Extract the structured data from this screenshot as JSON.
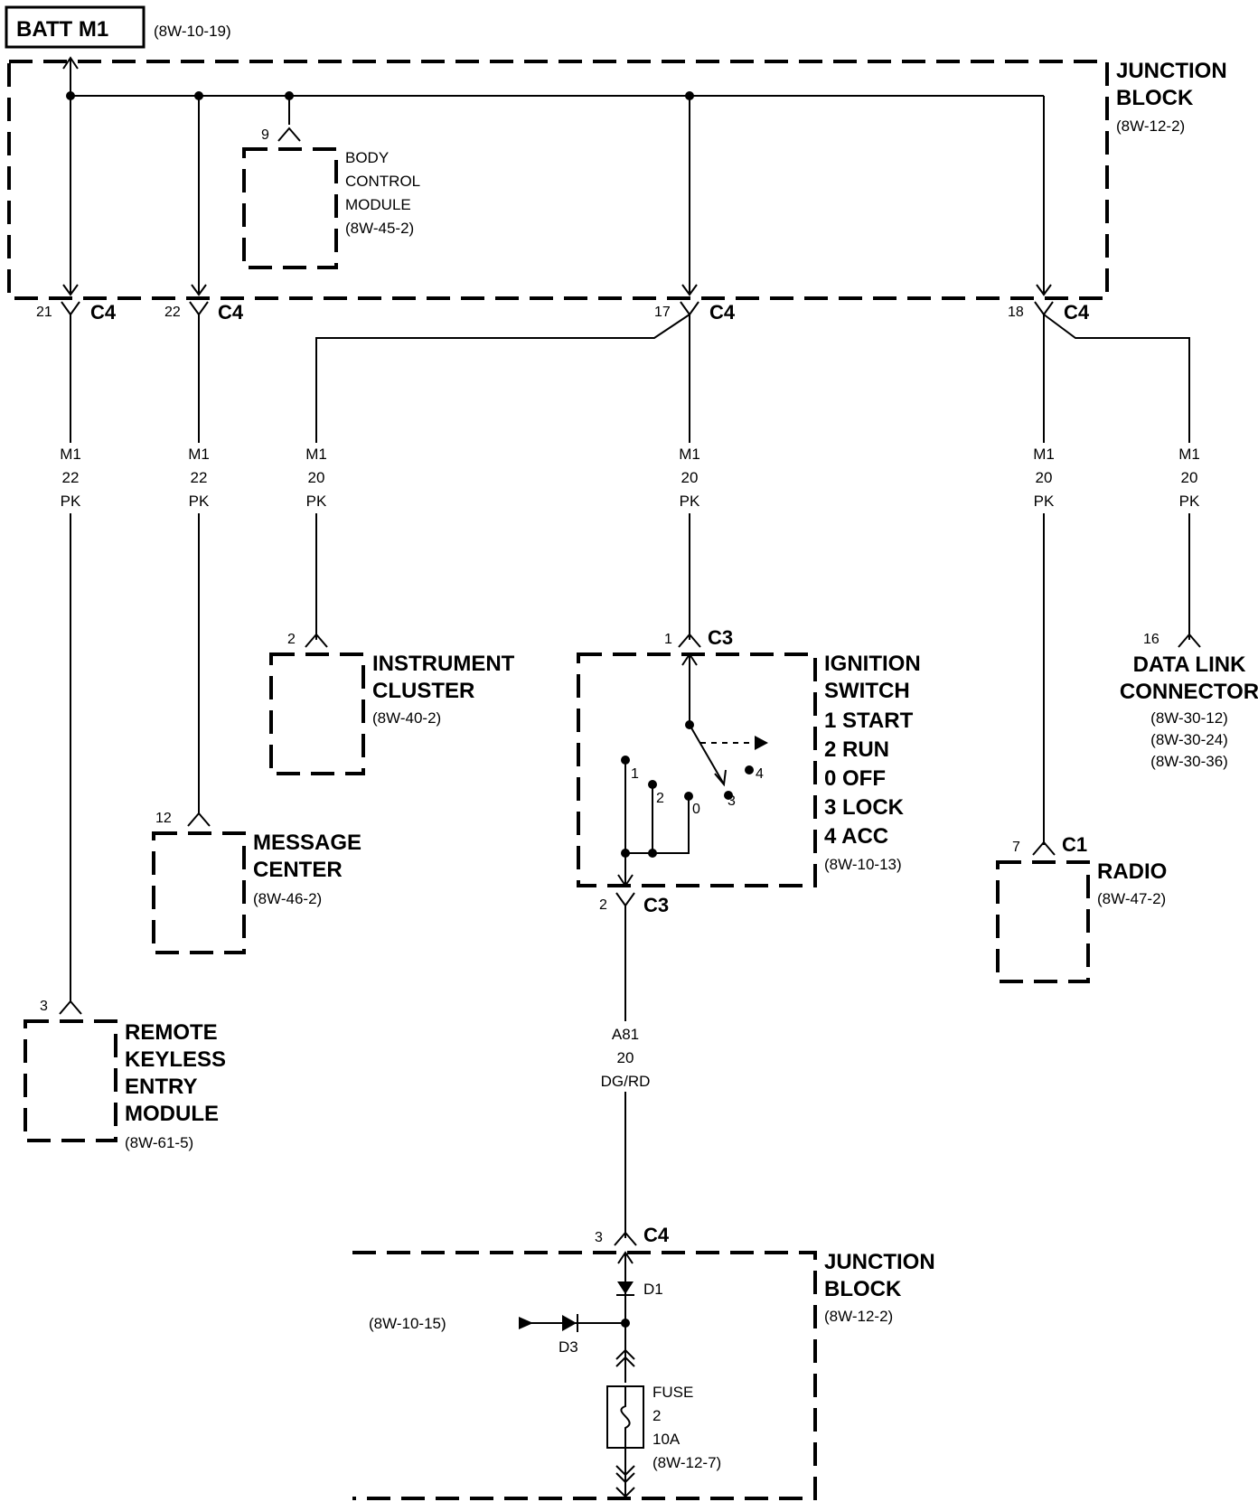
{
  "header": {
    "batt_label": "BATT M1",
    "batt_ref": "(8W-10-19)"
  },
  "junction_block_top": {
    "title_line1": "JUNCTION",
    "title_line2": "BLOCK",
    "ref": "(8W-12-2)"
  },
  "body_control_module": {
    "pin": "9",
    "line1": "BODY",
    "line2": "CONTROL",
    "line3": "MODULE",
    "ref": "(8W-45-2)"
  },
  "connectors_c4": [
    {
      "pin": "21",
      "name": "C4"
    },
    {
      "pin": "22",
      "name": "C4"
    },
    {
      "pin": "17",
      "name": "C4"
    },
    {
      "pin": "18",
      "name": "C4"
    }
  ],
  "wires": [
    {
      "circuit": "M1",
      "gauge": "22",
      "color": "PK"
    },
    {
      "circuit": "M1",
      "gauge": "22",
      "color": "PK"
    },
    {
      "circuit": "M1",
      "gauge": "20",
      "color": "PK"
    },
    {
      "circuit": "M1",
      "gauge": "20",
      "color": "PK"
    },
    {
      "circuit": "M1",
      "gauge": "20",
      "color": "PK"
    },
    {
      "circuit": "M1",
      "gauge": "20",
      "color": "PK"
    }
  ],
  "instrument_cluster": {
    "pin": "2",
    "line1": "INSTRUMENT",
    "line2": "CLUSTER",
    "ref": "(8W-40-2)"
  },
  "message_center": {
    "pin": "12",
    "line1": "MESSAGE",
    "line2": "CENTER",
    "ref": "(8W-46-2)"
  },
  "remote_keyless": {
    "pin": "3",
    "line1": "REMOTE",
    "line2": "KEYLESS",
    "line3": "ENTRY",
    "line4": "MODULE",
    "ref": "(8W-61-5)"
  },
  "ignition_switch": {
    "in_pin": "1",
    "in_conn": "C3",
    "out_pin": "2",
    "out_conn": "C3",
    "line1": "IGNITION",
    "line2": "SWITCH",
    "positions": [
      "1 START",
      "2 RUN",
      "0 OFF",
      "3 LOCK",
      "4 ACC"
    ],
    "ref": "(8W-10-13)",
    "contact_labels": [
      "1",
      "2",
      "0",
      "3",
      "4"
    ]
  },
  "data_link": {
    "pin": "16",
    "line1": "DATA LINK",
    "line2": "CONNECTOR",
    "refs": [
      "(8W-30-12)",
      "(8W-30-24)",
      "(8W-30-36)"
    ]
  },
  "radio": {
    "pin": "7",
    "conn": "C1",
    "line1": "RADIO",
    "ref": "(8W-47-2)"
  },
  "a81_wire": {
    "circuit": "A81",
    "gauge": "20",
    "color": "DG/RD"
  },
  "junction_block_bottom": {
    "pin": "3",
    "conn": "C4",
    "title_line1": "JUNCTION",
    "title_line2": "BLOCK",
    "ref": "(8W-12-2)",
    "inner_ref": "(8W-10-15)",
    "diode1": "D1",
    "diode3": "D3",
    "fuse_line1": "FUSE",
    "fuse_line2": "2",
    "fuse_line3": "10A",
    "fuse_ref": "(8W-12-7)"
  }
}
